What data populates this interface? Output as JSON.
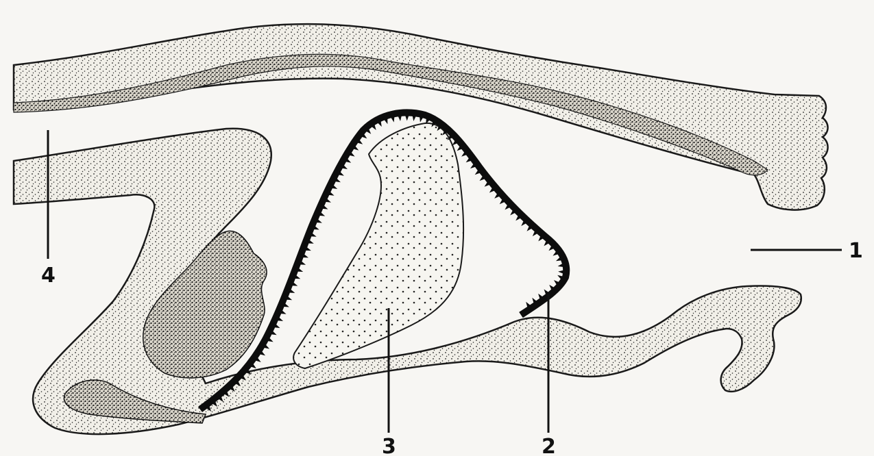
{
  "figure": {
    "labels": [
      {
        "id": "1",
        "text": "1"
      },
      {
        "id": "2",
        "text": "2"
      },
      {
        "id": "3",
        "text": "3"
      },
      {
        "id": "4",
        "text": "4"
      }
    ],
    "colors": {
      "background": "#f7f6f3",
      "tissue_fill": "#e9e6dd",
      "ink": "#111111"
    }
  }
}
